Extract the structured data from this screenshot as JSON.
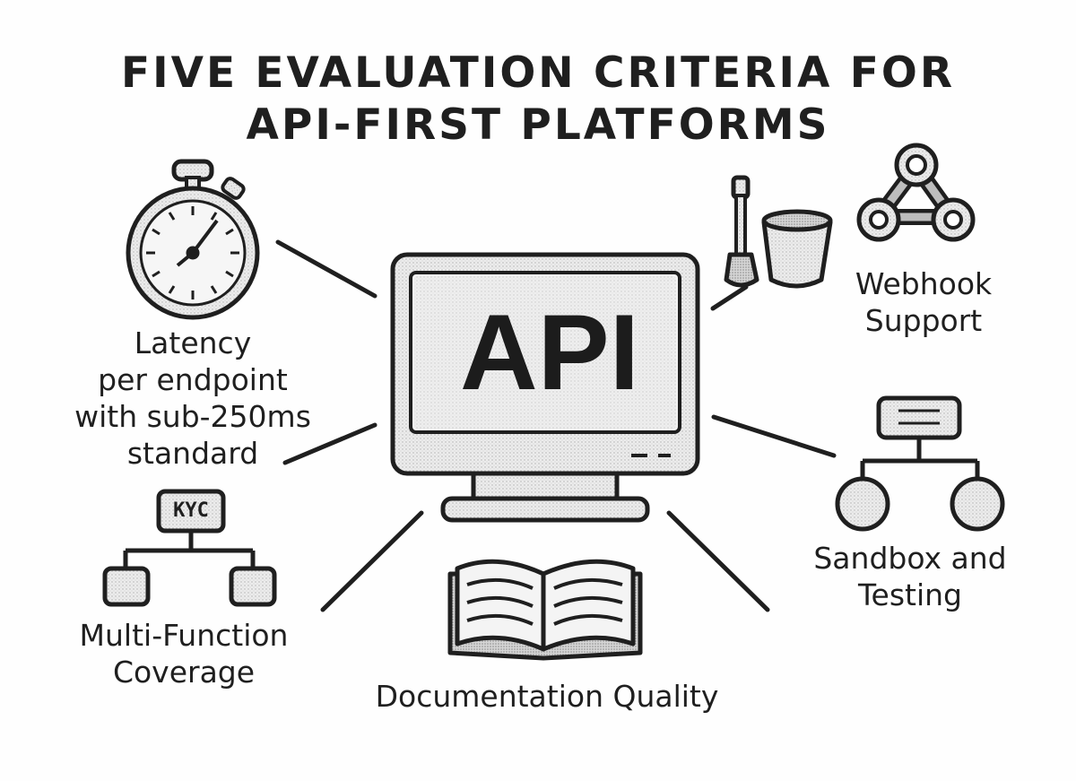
{
  "title": {
    "line1": "FIVE EVALUATION CRITERIA FOR",
    "line2": "API-FIRST PLATFORMS"
  },
  "center": {
    "label": "API"
  },
  "criteria": {
    "latency": {
      "line1": "Latency",
      "line2": "per endpoint",
      "line3": "with sub-250ms",
      "line4": "standard",
      "icon": "stopwatch-icon"
    },
    "webhook": {
      "line1": "Webhook",
      "line2": "Support",
      "icon": "webhook-icon"
    },
    "sandbox": {
      "line1": "Sandbox and",
      "line2": "Testing",
      "icon": "tree-diagram-icon"
    },
    "multi_function": {
      "line1": "Multi-Function",
      "line2": "Coverage",
      "icon_text": "KYC",
      "icon": "kyc-hierarchy-icon"
    },
    "documentation": {
      "line1": "Documentation Quality",
      "icon": "open-book-icon"
    }
  },
  "extra_icons": [
    "sand-bucket-shovel-icon"
  ],
  "colors": {
    "ink": "#1f1f1f",
    "fill": "#e8e8e8",
    "background": "#fefefe"
  }
}
